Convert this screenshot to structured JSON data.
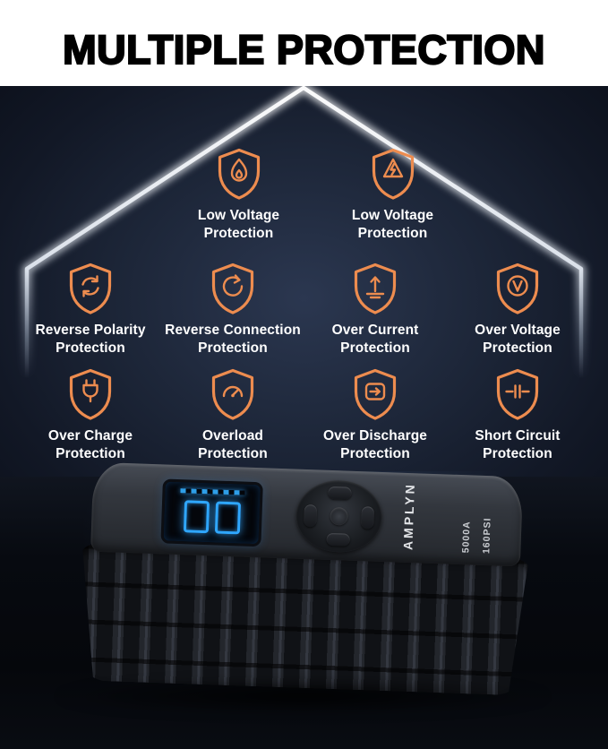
{
  "title": "MULTIPLE PROTECTION",
  "colors": {
    "accent_orange": "#ED8C4F",
    "label_text": "#FFFFFF",
    "header_bg": "#FFFFFF",
    "dark_bg": "#1C2537",
    "screen_glow": "#2FA7FF"
  },
  "protections": [
    {
      "icon": "flame-shield-icon",
      "line1": "Low Voltage",
      "line2": "Protection"
    },
    {
      "icon": "lightning-triangle-shield-icon",
      "line1": "Low Voltage",
      "line2": "Protection"
    },
    {
      "icon": "reverse-polarity-shield-icon",
      "line1": "Reverse Polarity",
      "line2": "Protection"
    },
    {
      "icon": "reverse-connection-shield-icon",
      "line1": "Reverse Connection",
      "line2": "Protection"
    },
    {
      "icon": "over-current-shield-icon",
      "line1": "Over Current",
      "line2": "Protection"
    },
    {
      "icon": "over-voltage-shield-icon",
      "line1": "Over Voltage",
      "line2": "Protection"
    },
    {
      "icon": "over-charge-shield-icon",
      "line1": "Over Charge",
      "line2": "Protection"
    },
    {
      "icon": "overload-shield-icon",
      "line1": "Overload",
      "line2": "Protection"
    },
    {
      "icon": "over-discharge-shield-icon",
      "line1": "Over Discharge",
      "line2": "Protection"
    },
    {
      "icon": "short-circuit-shield-icon",
      "line1": "Short Circuit",
      "line2": "Protection"
    }
  ],
  "device": {
    "brand": "AMPLYN",
    "specs": [
      "5000A",
      "160PSI"
    ]
  }
}
